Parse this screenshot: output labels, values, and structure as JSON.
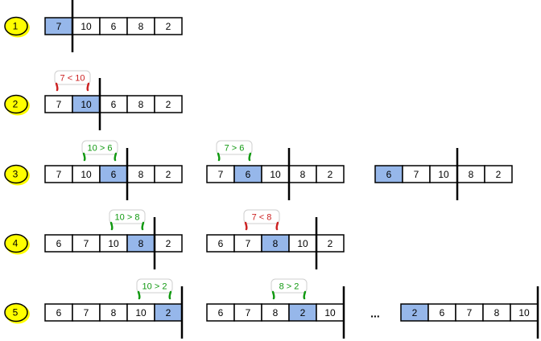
{
  "colors": {
    "highlight": "#96b7ea",
    "cell_fill": "#ffffff",
    "border": "#000000",
    "badge": "#ffff00",
    "true_color": "#119911",
    "false_color": "#cc2222"
  },
  "steps": [
    {
      "label": "1",
      "arrays": [
        {
          "values": [
            "7",
            "10",
            "6",
            "8",
            "2"
          ],
          "highlight": 0,
          "divider_after": 1,
          "comparison": null
        }
      ]
    },
    {
      "label": "2",
      "arrays": [
        {
          "values": [
            "7",
            "10",
            "6",
            "8",
            "2"
          ],
          "highlight": 1,
          "divider_after": 2,
          "comparison": {
            "text": "7 < 10",
            "result": "false",
            "from": 0,
            "to": 1
          }
        }
      ]
    },
    {
      "label": "3",
      "arrays": [
        {
          "values": [
            "7",
            "10",
            "6",
            "8",
            "2"
          ],
          "highlight": 2,
          "divider_after": 3,
          "comparison": {
            "text": "10 > 6",
            "result": "true",
            "from": 1,
            "to": 2
          }
        },
        {
          "values": [
            "7",
            "6",
            "10",
            "8",
            "2"
          ],
          "highlight": 1,
          "divider_after": 3,
          "comparison": {
            "text": "7 > 6",
            "result": "true",
            "from": 0,
            "to": 1
          }
        },
        {
          "values": [
            "6",
            "7",
            "10",
            "8",
            "2"
          ],
          "highlight": 0,
          "divider_after": 3,
          "comparison": null
        }
      ]
    },
    {
      "label": "4",
      "arrays": [
        {
          "values": [
            "6",
            "7",
            "10",
            "8",
            "2"
          ],
          "highlight": 3,
          "divider_after": 4,
          "comparison": {
            "text": "10 > 8",
            "result": "true",
            "from": 2,
            "to": 3
          }
        },
        {
          "values": [
            "6",
            "7",
            "8",
            "10",
            "2"
          ],
          "highlight": 2,
          "divider_after": 4,
          "comparison": {
            "text": "7 < 8",
            "result": "false",
            "from": 1,
            "to": 2
          }
        }
      ]
    },
    {
      "label": "5",
      "arrays": [
        {
          "values": [
            "6",
            "7",
            "8",
            "10",
            "2"
          ],
          "highlight": 4,
          "divider_after": 5,
          "comparison": {
            "text": "10 > 2",
            "result": "true",
            "from": 3,
            "to": 4
          }
        },
        {
          "values": [
            "6",
            "7",
            "8",
            "2",
            "10"
          ],
          "highlight": 3,
          "divider_after": 5,
          "comparison": {
            "text": "8 > 2",
            "result": "true",
            "from": 2,
            "to": 3
          }
        },
        {
          "values": [
            "2",
            "6",
            "7",
            "8",
            "10"
          ],
          "highlight": 0,
          "divider_after": 5,
          "comparison": null
        }
      ],
      "ellipsis": "..."
    }
  ]
}
